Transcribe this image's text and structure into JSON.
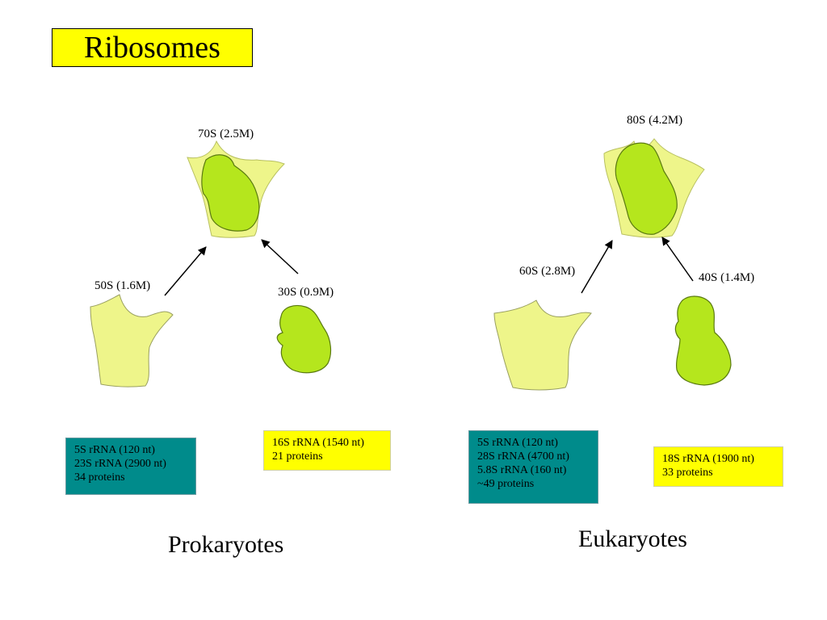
{
  "title": "Ribosomes",
  "prokaryotes": {
    "heading": "Prokaryotes",
    "full_label": "70S (2.5M)",
    "large_label": "50S (1.6M)",
    "small_label": "30S (0.9M)",
    "large_box": [
      "5S rRNA (120 nt)",
      "23S rRNA (2900 nt)",
      "34 proteins"
    ],
    "small_box": [
      "16S rRNA (1540 nt)",
      "21 proteins"
    ]
  },
  "eukaryotes": {
    "heading": "Eukaryotes",
    "full_label": "80S (4.2M)",
    "large_label": "60S (2.8M)",
    "small_label": "40S (1.4M)",
    "large_box": [
      "5S rRNA (120 nt)",
      "28S rRNA (4700 nt)",
      "5.8S rRNA (160 nt)",
      "~49 proteins"
    ],
    "small_box": [
      "18S rRNA (1900 nt)",
      "33 proteins"
    ]
  },
  "colors": {
    "title_bg": "#ffff00",
    "large_subunit": "#eef58a",
    "small_subunit": "#b5e61d",
    "teal_box": "#008b8b",
    "yellow_box": "#ffff00"
  }
}
